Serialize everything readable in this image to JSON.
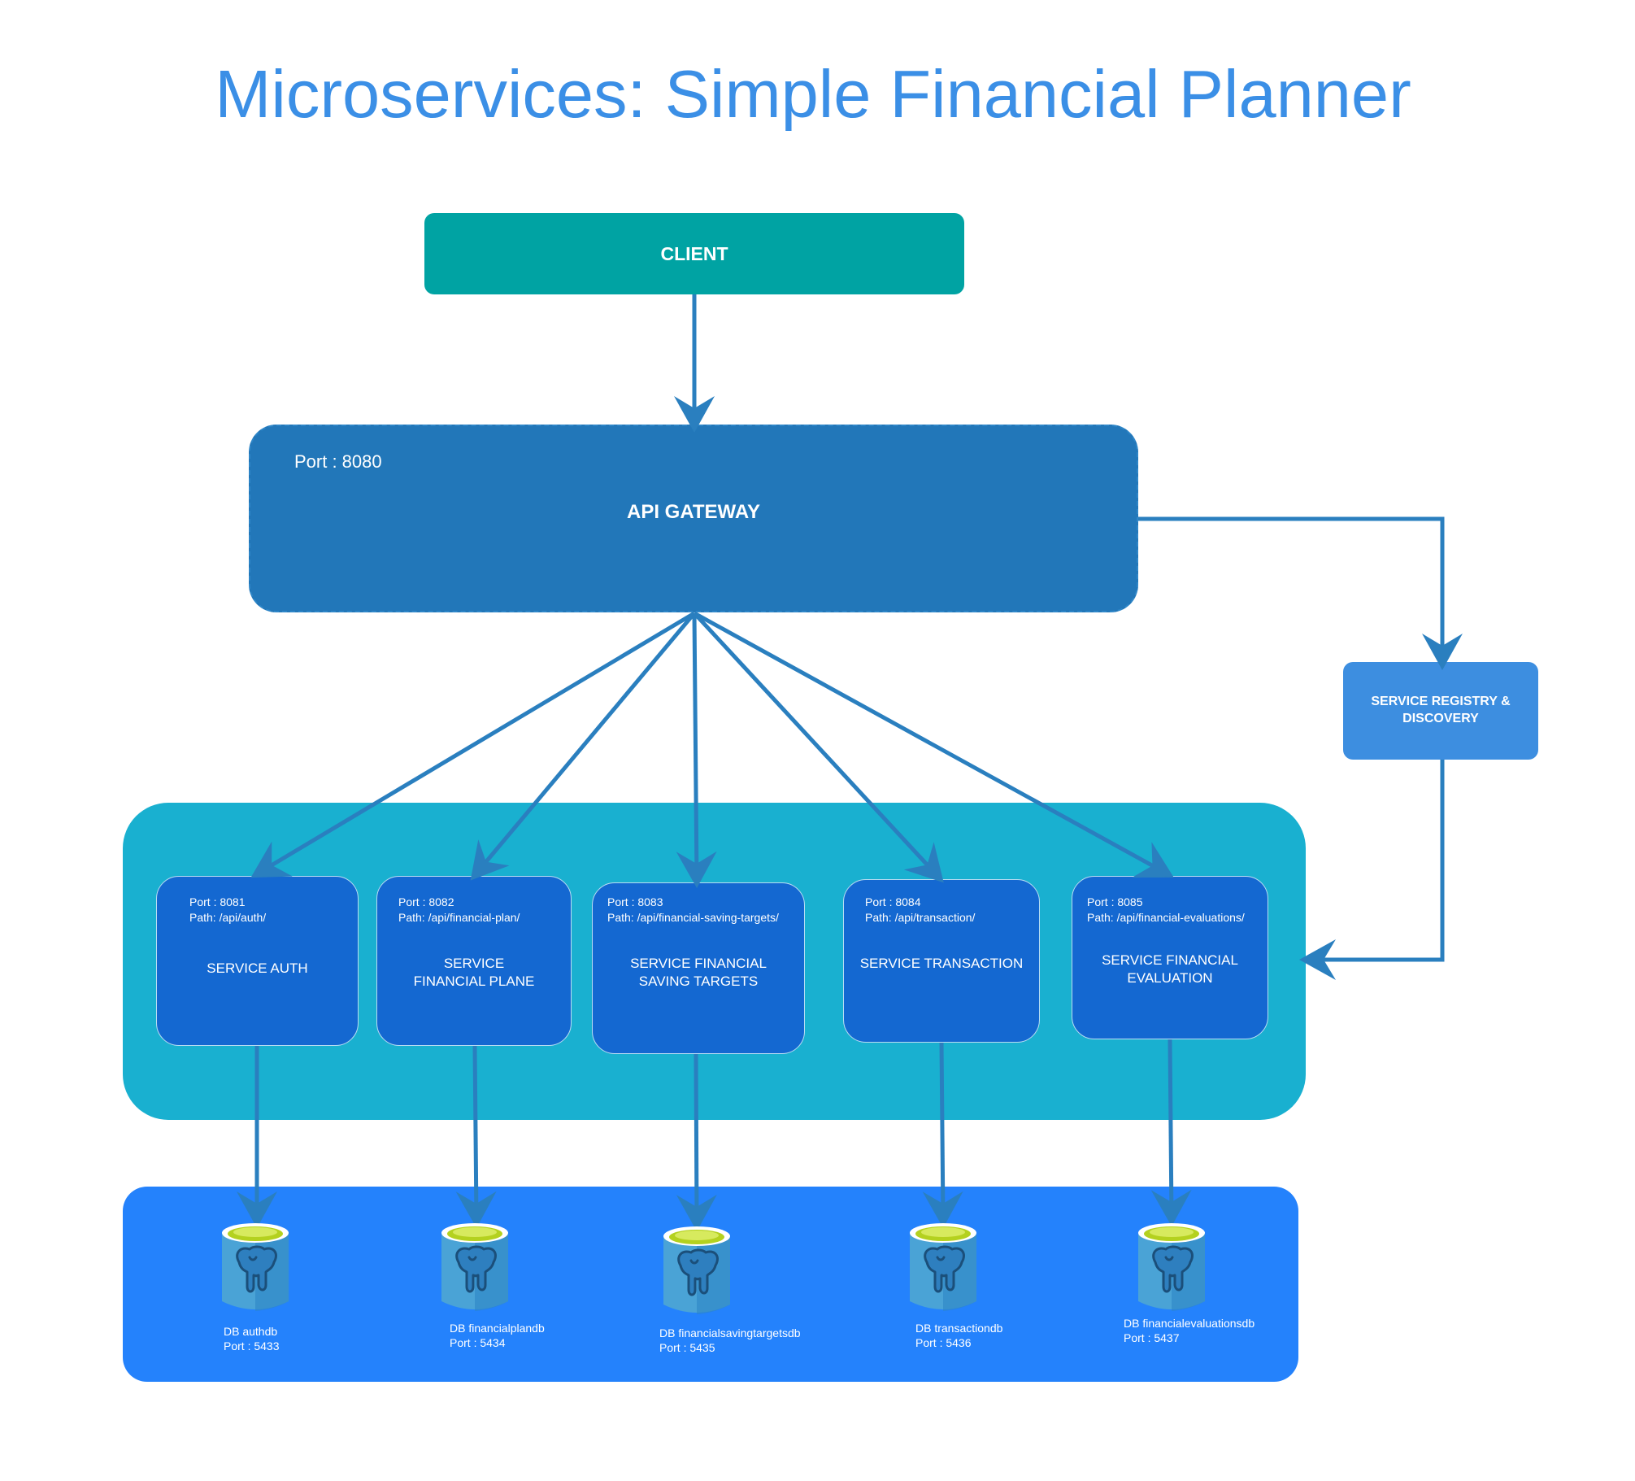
{
  "title": "Microservices: Simple Financial Planner",
  "colors": {
    "title": "#3b8fe6",
    "client": "#00a3a3",
    "gateway": "#2277b9",
    "registry": "#3d8ee0",
    "services_panel": "#19b0d0",
    "service_box": "#1468d1",
    "db_panel": "#2482fc",
    "arrow": "#2a7fbf"
  },
  "client": {
    "label": "CLIENT"
  },
  "gateway": {
    "port": "Port : 8080",
    "label": "API GATEWAY"
  },
  "registry": {
    "label": "SERVICE REGISTRY & DISCOVERY"
  },
  "services": [
    {
      "port": "Port : 8081",
      "path": "Path: /api/auth/",
      "name_line1": "SERVICE AUTH",
      "name_line2": ""
    },
    {
      "port": "Port : 8082",
      "path": "Path: /api/financial-plan/",
      "name_line1": "SERVICE",
      "name_line2": "FINANCIAL PLANE"
    },
    {
      "port": "Port : 8083",
      "path": "Path: /api/financial-saving-targets/",
      "name_line1": "SERVICE FINANCIAL",
      "name_line2": "SAVING TARGETS"
    },
    {
      "port": "Port : 8084",
      "path": "Path: /api/transaction/",
      "name_line1": "SERVICE TRANSACTION",
      "name_line2": ""
    },
    {
      "port": "Port : 8085",
      "path": "Path: /api/financial-evaluations/",
      "name_line1": "SERVICE FINANCIAL",
      "name_line2": "EVALUATION"
    }
  ],
  "databases": [
    {
      "name": "DB authdb",
      "port": "Port : 5433",
      "icon": "postgresql-database-icon"
    },
    {
      "name": "DB financialplandb",
      "port": "Port : 5434",
      "icon": "postgresql-database-icon"
    },
    {
      "name": "DB financialsavingtargetsdb",
      "port": "Port : 5435",
      "icon": "postgresql-database-icon"
    },
    {
      "name": "DB transactiondb",
      "port": "Port : 5436",
      "icon": "postgresql-database-icon"
    },
    {
      "name": "DB financialevaluationsdb",
      "port": "Port : 5437",
      "icon": "postgresql-database-icon"
    }
  ]
}
